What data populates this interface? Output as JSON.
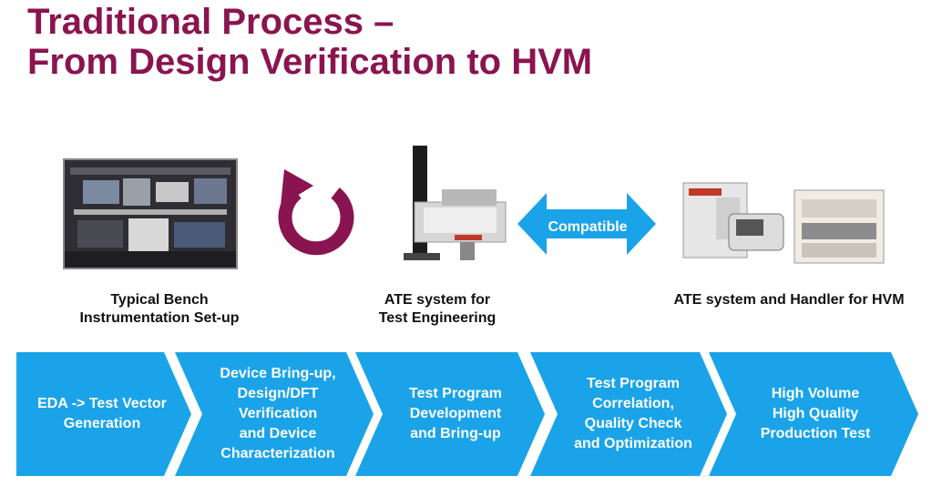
{
  "title": {
    "line1": "Traditional Process –",
    "line2": "From Design Verification to HVM"
  },
  "captions": {
    "bench": "Typical Bench\nInstrumentation Set-up",
    "ate": "ATE system for\nTest Engineering",
    "hvm": "ATE system and Handler for HVM"
  },
  "compatible": "Compatible",
  "stages": [
    "EDA -> Test Vector\nGeneration",
    "Device Bring-up,\nDesign/DFT\nVerification\nand Device\nCharacterization",
    "Test Program\nDevelopment\nand Bring-up",
    "Test Program\nCorrelation,\nQuality Check\nand Optimization",
    "High Volume\nHigh Quality\nProduction Test"
  ],
  "colors": {
    "title": "#8a1450",
    "cycle_arrow": "#8a1450",
    "chevron": "#1aa3e8",
    "compat_arrow": "#1aa3e8"
  },
  "icons": [
    "bench-photo",
    "cycle-arrow-icon",
    "ate-tester-photo",
    "double-arrow-icon",
    "handler-photo"
  ]
}
